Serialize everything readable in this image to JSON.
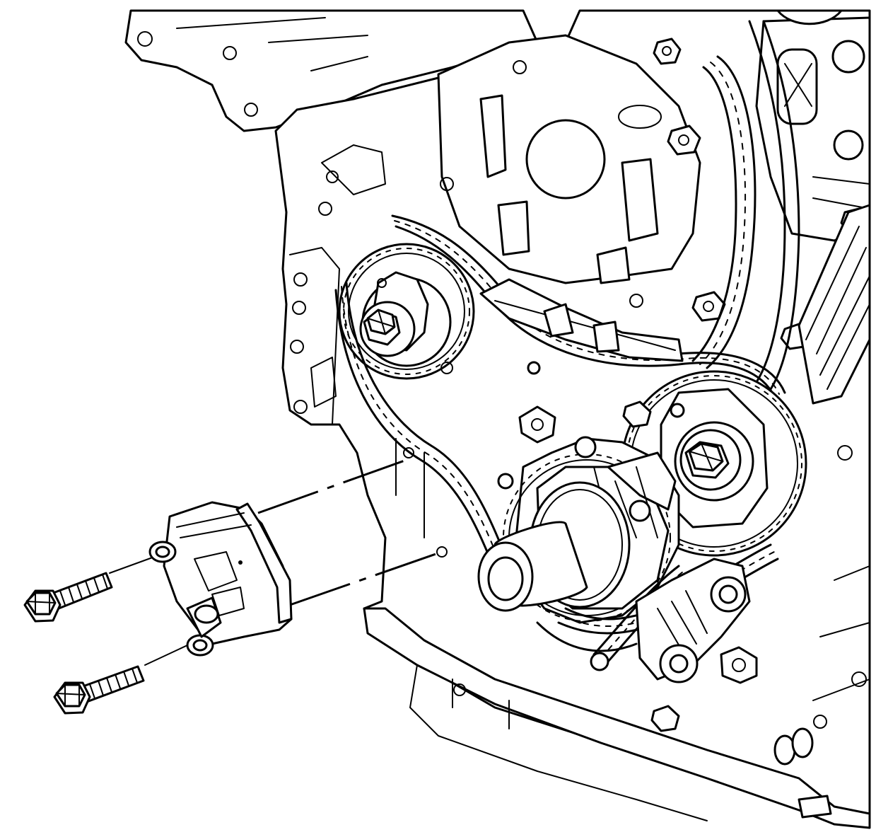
{
  "figure": {
    "subject": "engine-front-timing-drive",
    "components": [
      "engine-block-front",
      "timing-chain-upper",
      "timing-chain-lower",
      "camshaft-sprocket-left",
      "camshaft-sprocket-right",
      "crankshaft-sprocket",
      "crankshaft-nose",
      "chain-guide",
      "chain-tensioner",
      "tensioner-bolt-upper",
      "tensioner-bolt-lower"
    ],
    "callouts": []
  },
  "colors": {
    "line": "#000000",
    "background": "#ffffff"
  }
}
